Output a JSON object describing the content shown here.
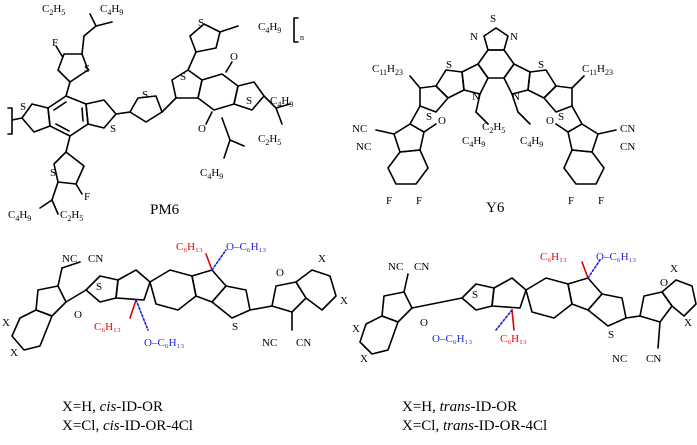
{
  "molecules": {
    "pm6": {
      "name": "PM6",
      "subscript_n": "n",
      "labels": [
        "C₂H₅",
        "C₄H₉",
        "F",
        "S",
        "O"
      ]
    },
    "y6": {
      "name": "Y6",
      "labels": [
        "C₁₁H₂₃",
        "NC",
        "CN",
        "N",
        "S",
        "O",
        "F",
        "C₂H₅",
        "C₄H₉"
      ]
    },
    "cis": {
      "r_label": "C₆H₁₃",
      "or_label": "O–C₆H₁₃",
      "x_label": "X",
      "caption_line1_prefix": "X=H, ",
      "caption_line1_italic": "cis",
      "caption_line1_suffix": "-ID-OR",
      "caption_line2_prefix": "X=Cl, ",
      "caption_line2_italic": "cis",
      "caption_line2_suffix": "-ID-OR-4Cl"
    },
    "trans": {
      "r_label": "C₆H₁₃",
      "or_label": "O–C₆H₁₃",
      "x_label": "X",
      "caption_line1_prefix": "X=H, ",
      "caption_line1_italic": "trans",
      "caption_line1_suffix": "-ID-OR",
      "caption_line2_prefix": "X=Cl, ",
      "caption_line2_italic": "trans",
      "caption_line2_suffix": "-ID-OR-4Cl"
    }
  },
  "colors": {
    "alkyl_red": "#e00000",
    "alkoxy_blue": "#1f1fd6",
    "bond": "#000000"
  }
}
